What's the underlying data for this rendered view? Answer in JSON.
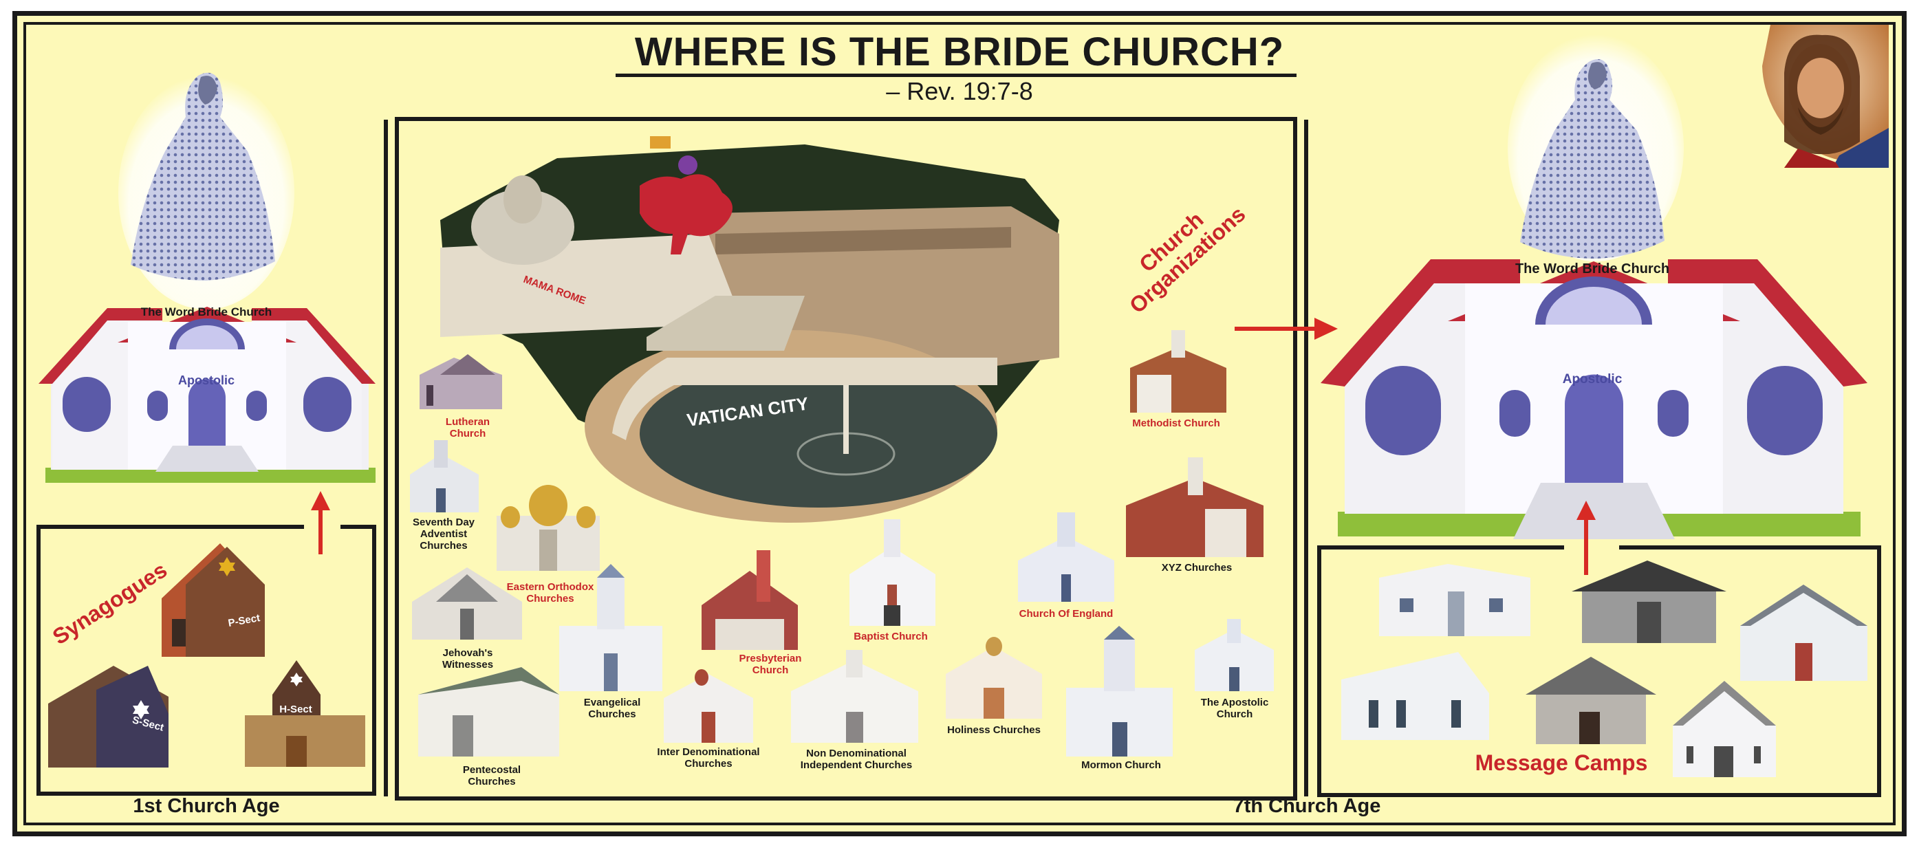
{
  "header": {
    "title": "WHERE IS THE BRIDE CHURCH?",
    "subtitle": "– Rev. 19:7-8"
  },
  "left_section": {
    "church_caption": "The Word Bride Church",
    "church_door_label": "Apostolic",
    "synagogues_heading": "Synagogues",
    "sect_labels": [
      "P-Sect",
      "S-Sect",
      "H-Sect"
    ],
    "age_label": "1st Church Age"
  },
  "center_section": {
    "heading_line1": "Church",
    "heading_line2": "Organizations",
    "mama_rome": "MAMA ROME",
    "vatican_label": "VATICAN CITY",
    "churches": {
      "lutheran": "Lutheran Church",
      "seventh_day": "Seventh Day Adventist Churches",
      "eastern_orthodox": "Eastern Orthodox Churches",
      "jehovah": "Jehovah's Witnesses",
      "evangelical": "Evangelical Churches",
      "presbyterian": "Presbyterian Church",
      "baptist": "Baptist Church",
      "church_of_england": "Church Of England",
      "methodist": "Methodist Church",
      "xyz": "XYZ Churches",
      "pentecostal": "Pentecostal Churches",
      "inter_denominational": "Inter Denominational Churches",
      "non_denominational": "Non Denominational Independent Churches",
      "holiness": "Holiness Churches",
      "mormon": "Mormon Church",
      "apostolic": "The Apostolic Church"
    }
  },
  "right_section": {
    "church_caption": "The Word Bride Church",
    "church_door_label": "Apostolic",
    "message_camps": "Message Camps",
    "age_label": "7th Church Age"
  },
  "colors": {
    "background": "#fdf9b8",
    "frame": "#1a1a1a",
    "accent_red": "#c8252a",
    "apostolic_purple": "#5b5aa8",
    "grass": "#8fbf3a"
  }
}
